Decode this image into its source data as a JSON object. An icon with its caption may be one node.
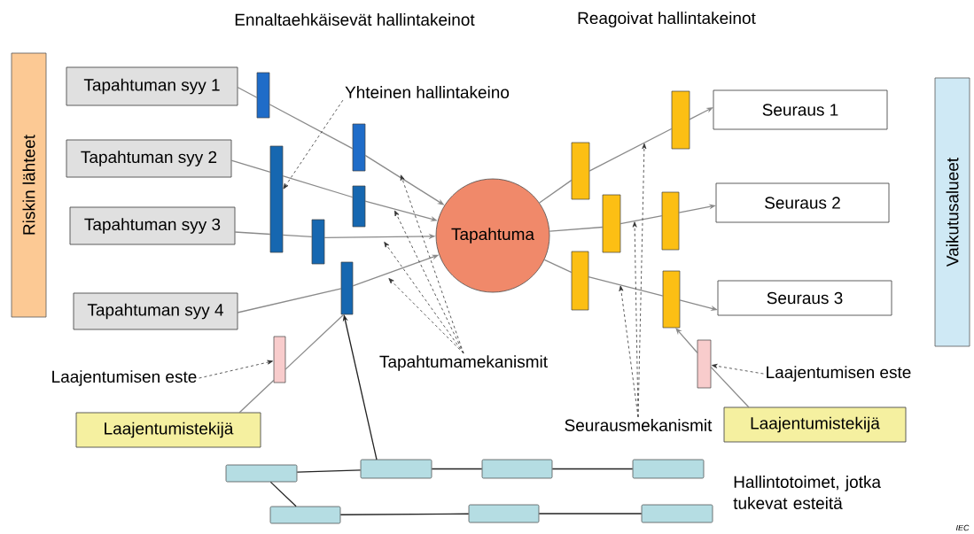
{
  "diagram": {
    "nodes": [
      {
        "text": [
          "Riskin lähteet"
        ]
      },
      {
        "text": [
          "Tapahtuman syy 1"
        ]
      },
      {
        "text": [
          "Tapahtuman syy 2"
        ]
      },
      {
        "text": [
          "Tapahtuman syy 3"
        ]
      },
      {
        "text": [
          "Tapahtuman syy 4"
        ]
      },
      {
        "text": [
          "Tapahtuma"
        ]
      },
      {
        "text": [
          "Seuraus 1"
        ]
      },
      {
        "text": [
          "Seuraus 2"
        ]
      },
      {
        "text": [
          "Seuraus 3"
        ]
      },
      {
        "text": [
          "Vaikutusalueet"
        ]
      },
      {
        "text": [
          "Laajentumistekijä"
        ]
      },
      {
        "text": [
          "Laajentumistekijä"
        ]
      },
      {
        "text": [
          "Yhteinen hallintakeino"
        ]
      },
      {
        "text": [
          "Tapahtumamekanismit"
        ]
      },
      {
        "text": [
          "Seurausmekanismit"
        ]
      },
      {
        "text": [
          "Laajentumisen este"
        ]
      },
      {
        "text": [
          "Laajentumisen este"
        ]
      },
      {
        "text": [],
        "shape": "bar"
      },
      {
        "text": [],
        "shape": "bar"
      },
      {
        "text": [],
        "shape": "bar"
      },
      {
        "text": [],
        "shape": "bar"
      },
      {
        "text": [],
        "shape": "bar"
      },
      {
        "text": [],
        "shape": "bar"
      },
      {
        "text": [],
        "shape": "bar"
      },
      {
        "text": [],
        "shape": "bar"
      },
      {
        "text": [],
        "shape": "bar"
      },
      {
        "text": [],
        "shape": "bar"
      },
      {
        "text": [],
        "shape": "bar"
      },
      {
        "text": [],
        "shape": "bar"
      },
      {
        "text": [],
        "shape": "bar"
      },
      {
        "text": [],
        "shape": "bar"
      },
      {
        "text": [],
        "shape": "box"
      },
      {
        "text": [],
        "shape": "box"
      },
      {
        "text": [],
        "shape": "box"
      },
      {
        "text": [],
        "shape": "box"
      },
      {
        "text": [],
        "shape": "box"
      },
      {
        "text": [],
        "shape": "box"
      },
      {
        "text": [],
        "shape": "box"
      }
    ],
    "edges": [
      {
        "from": 1,
        "to": 17,
        "arrow": "none"
      },
      {
        "from": 17,
        "to": 21,
        "arrow": "none"
      },
      {
        "from": 21,
        "to": 5,
        "arrow": "to"
      },
      {
        "from": 2,
        "to": 18,
        "arrow": "none"
      },
      {
        "from": 18,
        "to": 22,
        "arrow": "none"
      },
      {
        "from": 22,
        "to": 5,
        "arrow": "to"
      },
      {
        "from": 3,
        "to": 18,
        "arrow": "none"
      },
      {
        "from": 18,
        "to": 19,
        "arrow": "none"
      },
      {
        "from": 19,
        "to": 5,
        "arrow": "to"
      },
      {
        "from": 4,
        "to": 20,
        "arrow": "none"
      },
      {
        "from": 20,
        "to": 5,
        "arrow": "to"
      },
      {
        "from": 5,
        "to": 23,
        "arrow": "none"
      },
      {
        "from": 23,
        "to": 28,
        "arrow": "none"
      },
      {
        "from": 28,
        "to": 6,
        "arrow": "to"
      },
      {
        "from": 5,
        "to": 25,
        "arrow": "none"
      },
      {
        "from": 25,
        "to": 26,
        "arrow": "none"
      },
      {
        "from": 26,
        "to": 7,
        "arrow": "to"
      },
      {
        "from": 5,
        "to": 24,
        "arrow": "none"
      },
      {
        "from": 24,
        "to": 27,
        "arrow": "none"
      },
      {
        "from": 27,
        "to": 8,
        "arrow": "to"
      },
      {
        "from": 10,
        "to": 29,
        "arrow": "none"
      },
      {
        "from": 29,
        "to": 20,
        "arrow": "none"
      },
      {
        "from": 11,
        "to": 30,
        "arrow": "none"
      },
      {
        "from": 30,
        "to": 27,
        "arrow": "to"
      },
      {
        "from": 12,
        "to": 18,
        "arrow": "to",
        "style": "dashed",
        "color": "#333333"
      },
      {
        "from": 13,
        "to": null,
        "arrow": "to",
        "style": "dashed",
        "color": "#333333"
      },
      {
        "from": 13,
        "to": null,
        "arrow": "to",
        "style": "dashed",
        "color": "#333333"
      },
      {
        "from": 13,
        "to": null,
        "arrow": "to",
        "style": "dashed",
        "color": "#333333"
      },
      {
        "from": 13,
        "to": null,
        "arrow": "to",
        "style": "dashed",
        "color": "#333333"
      },
      {
        "from": 14,
        "to": null,
        "arrow": "to",
        "style": "dashed",
        "color": "#333333"
      },
      {
        "from": 14,
        "to": null,
        "arrow": "to",
        "style": "dashed",
        "color": "#333333"
      },
      {
        "from": 14,
        "to": null,
        "arrow": "to",
        "style": "dashed",
        "color": "#333333"
      },
      {
        "from": 15,
        "to": 29,
        "arrow": "to",
        "style": "dashed",
        "color": "#333333"
      },
      {
        "from": 16,
        "to": 30,
        "arrow": "to",
        "style": "dashed",
        "color": "#333333"
      },
      {
        "from": 33,
        "to": 20,
        "arrow": "to",
        "color": "#222222"
      },
      {
        "from": 31,
        "to": 33,
        "arrow": "none",
        "color": "#222222"
      },
      {
        "from": 33,
        "to": 35,
        "arrow": "none",
        "color": "#222222"
      },
      {
        "from": 35,
        "to": 36,
        "arrow": "none",
        "color": "#222222"
      },
      {
        "from": 31,
        "to": 32,
        "arrow": "none",
        "color": "#222222"
      },
      {
        "from": 32,
        "to": 34,
        "arrow": "none",
        "color": "#222222"
      },
      {
        "from": 34,
        "to": 37,
        "arrow": "none",
        "color": "#222222"
      }
    ],
    "labels": [
      "Ennaltaehkäisevät hallintakeinot",
      "Reagoivat hallintakeinot",
      "Hallintotoimet, jotka tukevat esteitä",
      "IEC"
    ]
  }
}
